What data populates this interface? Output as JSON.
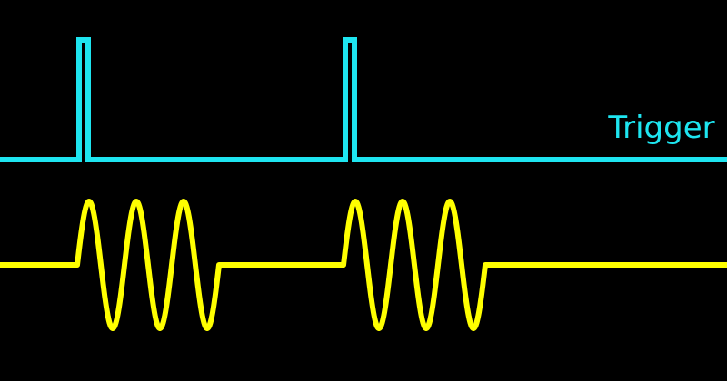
{
  "background_color": "#000000",
  "trigger": {
    "label": "Trigger",
    "color": "#1ee5f0",
    "pulse_count": 2
  },
  "burst": {
    "color": "#ffff00",
    "burst_count": 2,
    "cycles_per_burst": 3
  }
}
